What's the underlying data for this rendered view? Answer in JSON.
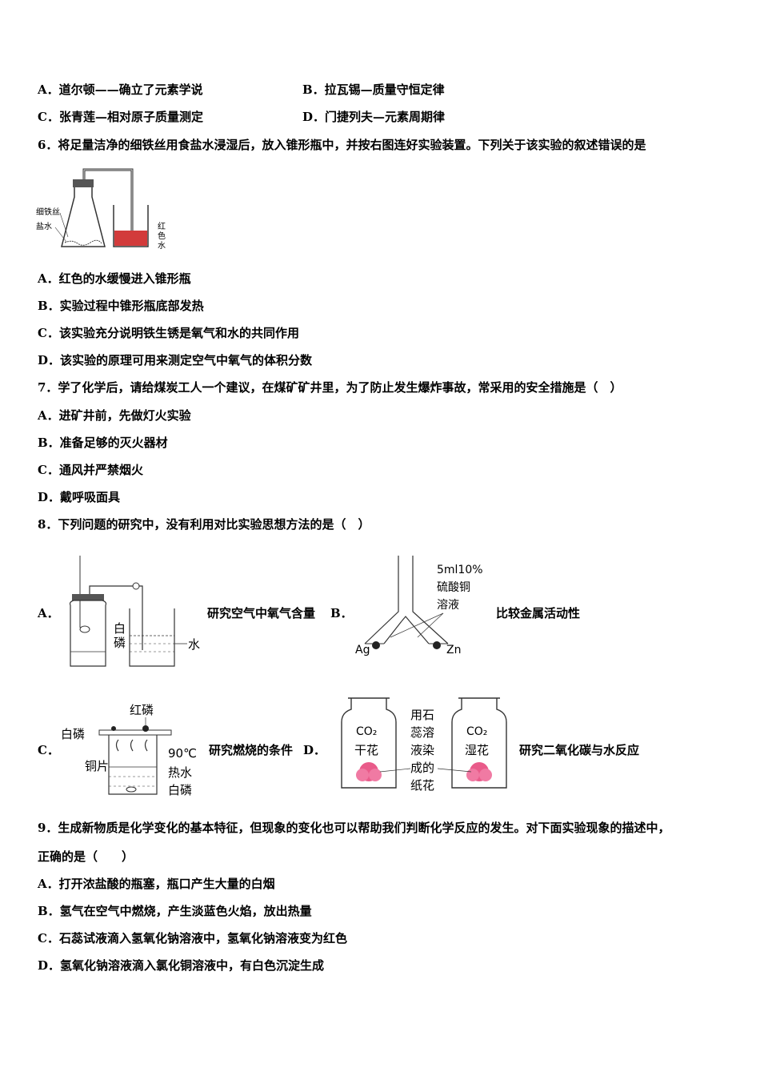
{
  "q5": {
    "optA": "A．道尔顿——确立了元素学说",
    "optB": "B．拉瓦锡—质量守恒定律",
    "optC": "C．张青莲—相对原子质量测定",
    "optD": "D．门捷列夫—元素周期律"
  },
  "q6": {
    "stem": "6．将足量洁净的细铁丝用食盐水浸湿后，放入锥形瓶中，并按右图连好实验装置。下列关于该实验的叙述错误的是",
    "figure": {
      "label_iron": "细铁丝",
      "label_salt": "盐水",
      "label_red1": "红",
      "label_red2": "色",
      "label_red3": "水"
    },
    "optA": "A．红色的水缓慢进入锥形瓶",
    "optB": "B．实验过程中锥形瓶底部发热",
    "optC": "C．该实验充分说明铁生锈是氧气和水的共同作用",
    "optD": "D．该实验的原理可用来测定空气中氧气的体积分数"
  },
  "q7": {
    "stem": "7．学了化学后，请给煤炭工人一个建议，在煤矿矿井里，为了防止发生爆炸事故，常采用的安全措施是（　）",
    "optA": "A．进矿井前，先做灯火实验",
    "optB": "B．准备足够的灭火器材",
    "optC": "C．通风并严禁烟火",
    "optD": "D．戴呼吸面具"
  },
  "q8": {
    "stem": "8．下列问题的研究中，没有利用对比实验思想方法的是（　）",
    "a_letter": "A．",
    "a_text": "研究空气中氧气含量",
    "b_letter": "B．",
    "b_text": "比较金属活动性",
    "c_letter": "C．",
    "c_text": "研究燃烧的条件",
    "d_letter": "D．",
    "d_text": "研究二氧化碳与水反应",
    "figA": {
      "white_p1": "白",
      "white_p2": "磷",
      "water": "水"
    },
    "figB": {
      "l1": "5ml10%",
      "l2": "硫酸铜",
      "l3": "溶液",
      "ag": "Ag",
      "zn": "Zn"
    },
    "figC": {
      "red_p": "红磷",
      "white_p_top": "白磷",
      "copper": "铜片",
      "temp": "90℃",
      "hot_water": "热水",
      "white_p_bottom": "白磷"
    },
    "figD": {
      "co2_left": "CO₂",
      "dry": "干花",
      "co2_right": "CO₂",
      "wet": "湿花",
      "m1": "用石",
      "m2": "蕊溶",
      "m3": "液染",
      "m4": "成的",
      "m5": "纸花"
    }
  },
  "q9": {
    "stem1": "9．生成新物质是化学变化的基本特征，但现象的变化也可以帮助我们判断化学反应的发生。对下面实验现象的描述中，",
    "stem2": "正确的是（　　）",
    "optA": "A．打开浓盐酸的瓶塞，瓶口产生大量的白烟",
    "optB": "B．氢气在空气中燃烧，产生淡蓝色火焰，放出热量",
    "optC": "C．石蕊试液滴入氢氧化钠溶液中，氢氧化钠溶液变为红色",
    "optD": "D．氢氧化钠溶液滴入氯化铜溶液中，有白色沉淀生成"
  }
}
